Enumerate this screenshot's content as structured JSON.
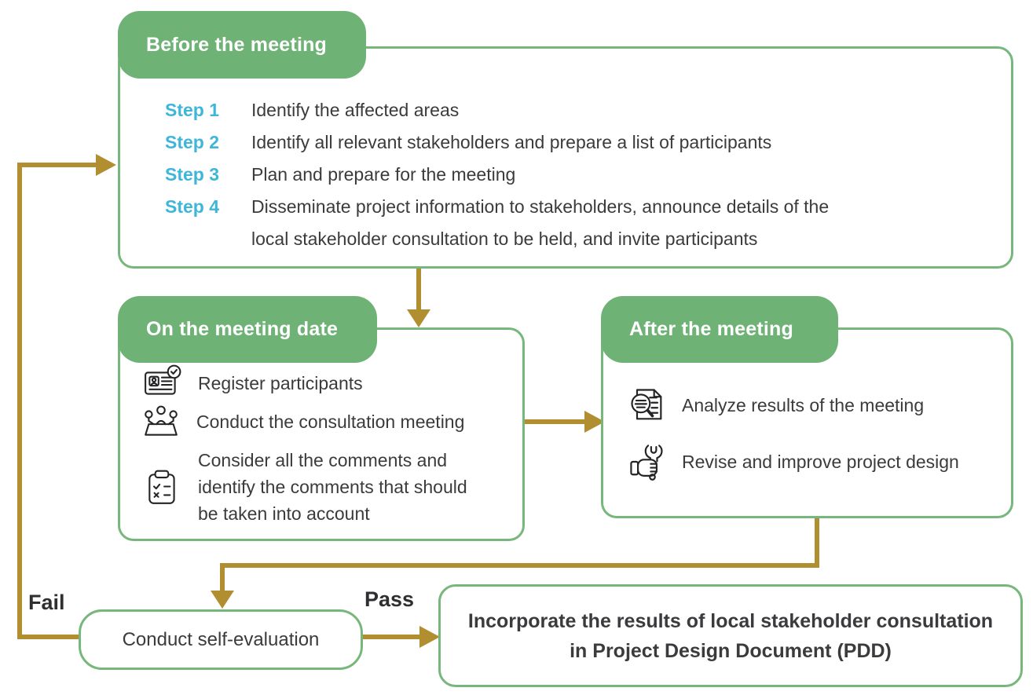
{
  "colors": {
    "green": "#6fb276",
    "green-border": "#77b77c",
    "gold": "#b18e2f",
    "blue": "#3db6da",
    "ink": "#3b3b3d"
  },
  "before": {
    "title": "Before the meeting",
    "steps": [
      {
        "label": "Step 1",
        "text": "Identify the affected areas"
      },
      {
        "label": "Step 2",
        "text": "Identify all relevant stakeholders and prepare a list of participants"
      },
      {
        "label": "Step 3",
        "text": "Plan and prepare for the meeting"
      },
      {
        "label": "Step 4",
        "text": "Disseminate project information to stakeholders, announce details of the\nlocal stakeholder consultation to be held, and invite participants"
      }
    ]
  },
  "during": {
    "title": "On the meeting date",
    "items": [
      {
        "icon": "register-participants-icon",
        "text": "Register participants"
      },
      {
        "icon": "consultation-meeting-icon",
        "text": "Conduct the consultation meeting"
      },
      {
        "icon": "comments-checklist-icon",
        "text": "Consider all the comments and\nidentify the comments that should\nbe taken into account"
      }
    ]
  },
  "after": {
    "title": "After the meeting",
    "items": [
      {
        "icon": "analyze-results-icon",
        "text": "Analyze results of the meeting"
      },
      {
        "icon": "revise-wrench-icon",
        "text": "Revise and improve project design"
      }
    ]
  },
  "self_evaluation": {
    "text": "Conduct self-evaluation"
  },
  "incorporate": {
    "text": "Incorporate the results of local stakeholder consultation\nin Project Design Document (PDD)"
  },
  "labels": {
    "fail": "Fail",
    "pass": "Pass"
  }
}
